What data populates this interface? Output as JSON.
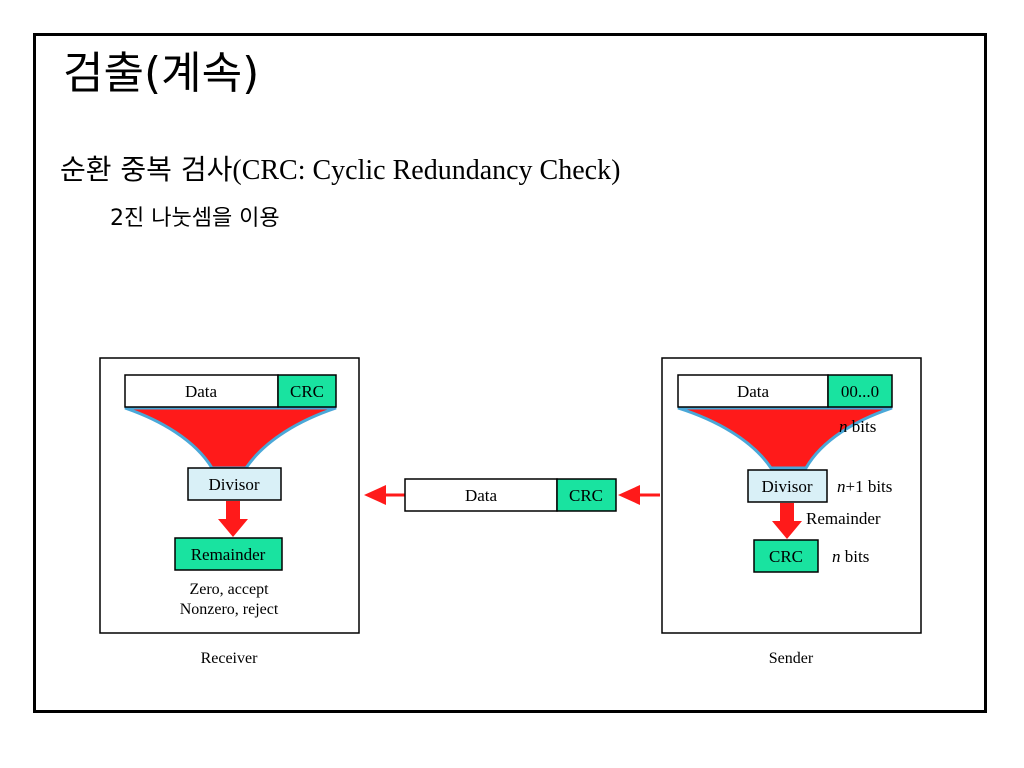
{
  "slide": {
    "title": "검출(계속)",
    "bullet1_ko": "순환 중복 검사",
    "bullet1_en": "(CRC: Cyclic Redundancy Check)",
    "bullet2": "2진 나눗셈을 이용"
  },
  "diagram": {
    "receiver": {
      "caption": "Receiver",
      "data_label": "Data",
      "crc_label": "CRC",
      "divisor_label": "Divisor",
      "remainder_label": "Remainder",
      "result_zero": "Zero, accept",
      "result_nonzero": "Nonzero, reject"
    },
    "transmission": {
      "data_label": "Data",
      "crc_label": "CRC"
    },
    "sender": {
      "caption": "Sender",
      "data_label": "Data",
      "zeros_label": "00...0",
      "n_bits_italic": "n",
      "n_bits_text": " bits",
      "divisor_label": "Divisor",
      "n1_bits_italic": "n",
      "n1_bits_text": "+1 bits",
      "remainder_label": "Remainder",
      "crc_label": "CRC",
      "crc_bits_italic": "n",
      "crc_bits_text": " bits"
    },
    "colors": {
      "crc_fill": "#19e3a0",
      "divisor_fill": "#d9f0f7",
      "arrow_red": "#ff1a1a",
      "arrow_outline": "#4aa8d8"
    }
  }
}
